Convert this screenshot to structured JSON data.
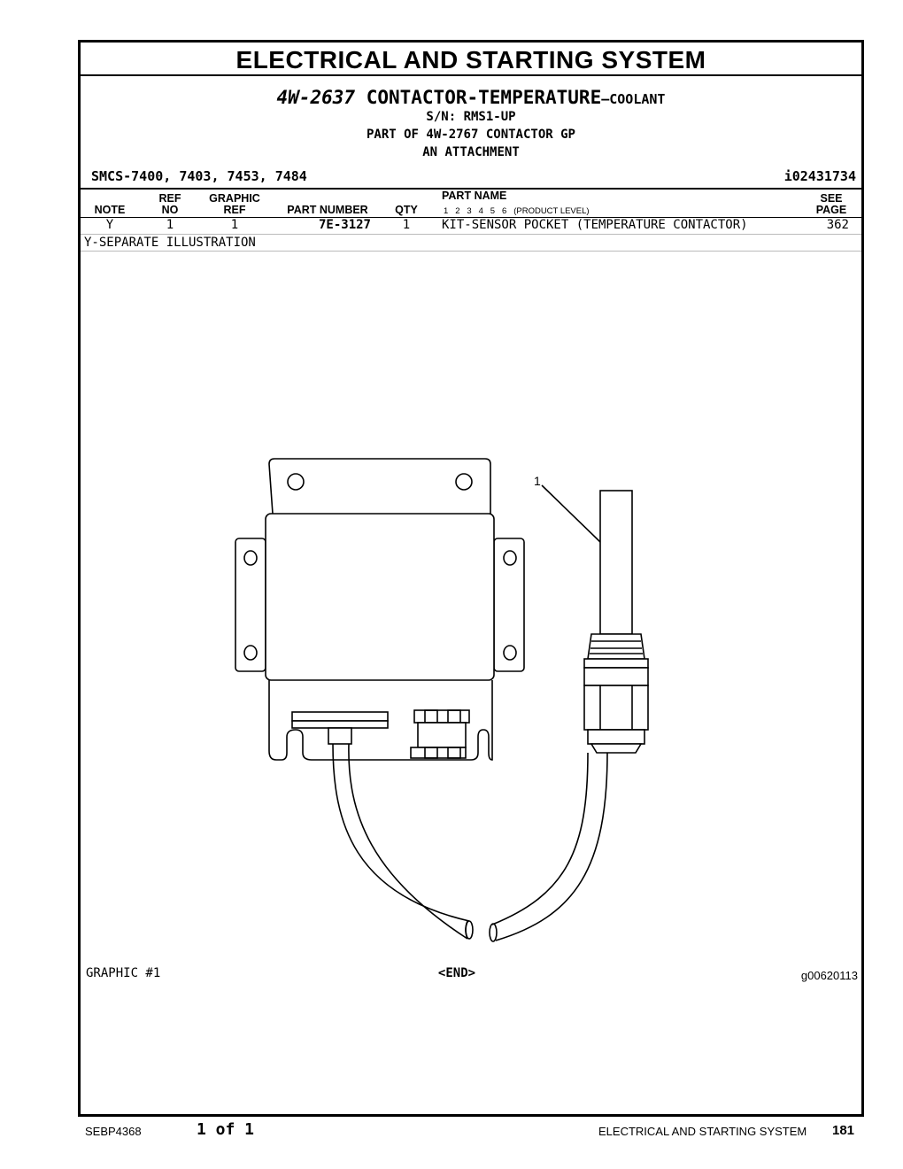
{
  "header": {
    "section_title": "ELECTRICAL AND STARTING SYSTEM",
    "part_number": "4W-2637",
    "part_name": "CONTACTOR-TEMPERATURE",
    "part_qualifier": "–COOLANT",
    "serial": "S/N: RMS1-UP",
    "part_of": "PART OF 4W-2767 CONTACTOR GP",
    "attachment": "AN ATTACHMENT",
    "smcs": "SMCS-7400, 7403, 7453, 7484",
    "id": "i02431734"
  },
  "table": {
    "columns": {
      "note": "NOTE",
      "ref_no_1": "REF",
      "ref_no_2": "NO",
      "graphic_ref_1": "GRAPHIC",
      "graphic_ref_2": "REF",
      "part_number": "PART NUMBER",
      "qty": "QTY",
      "part_name": "PART NAME",
      "product_levels": "1   2   3   4   5   6   (PRODUCT LEVEL)",
      "see_page_1": "SEE",
      "see_page_2": "PAGE"
    },
    "rows": [
      {
        "note": "Y",
        "ref_no": "1",
        "graphic_ref": "1",
        "part_number": "7E-3127",
        "qty": "1",
        "part_name": "KIT-SENSOR POCKET (TEMPERATURE CONTACTOR)",
        "see_page": "362"
      }
    ],
    "note_text": "Y-SEPARATE ILLUSTRATION"
  },
  "illustration": {
    "callout": "1",
    "graphic_label": "GRAPHIC #1",
    "end_marker": "<END>",
    "graphic_id": "g00620113"
  },
  "footer": {
    "doc_id": "SEBP4368",
    "page_of": "1 of 1",
    "section": "ELECTRICAL AND STARTING SYSTEM",
    "page_number": "181"
  }
}
